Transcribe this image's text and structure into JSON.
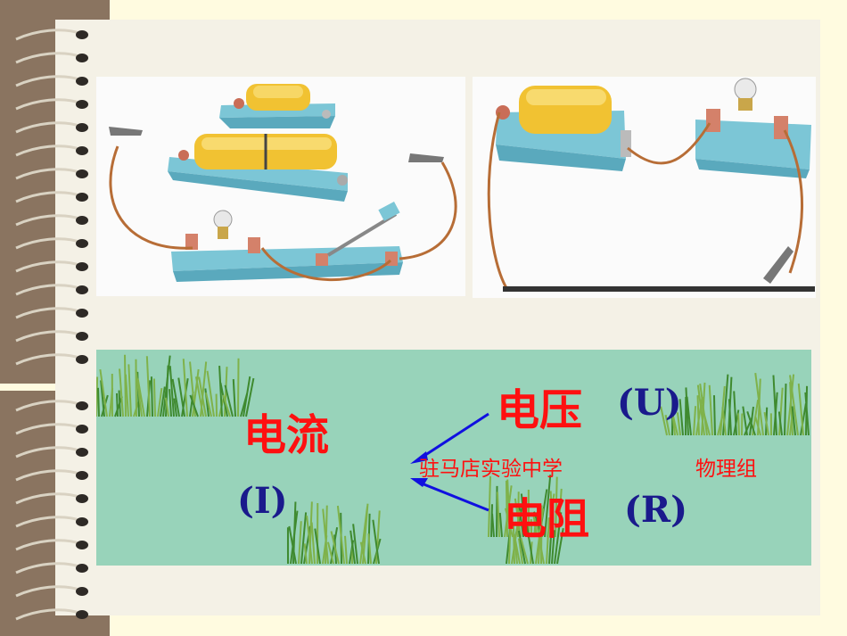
{
  "slide": {
    "current": "电流",
    "current_symbol": "(I)",
    "voltage": "电压",
    "voltage_symbol": "(U)",
    "resistance": "电阻",
    "resistance_symbol": "(R)",
    "school": "驻马店实验中学",
    "group": "物理组"
  },
  "colors": {
    "background": "#fffbe0",
    "spine": "#8a7460",
    "panel": "#98d3ba",
    "title_red": "#ff1010",
    "symbol_navy": "#1a1a8c",
    "arrow_blue": "#1010e0"
  },
  "images": {
    "left_photo": "circuit-components-battery-bulb-switch",
    "right_photo": "simple-circuit-battery-bulb-wire",
    "panel_decoration": "grass"
  }
}
